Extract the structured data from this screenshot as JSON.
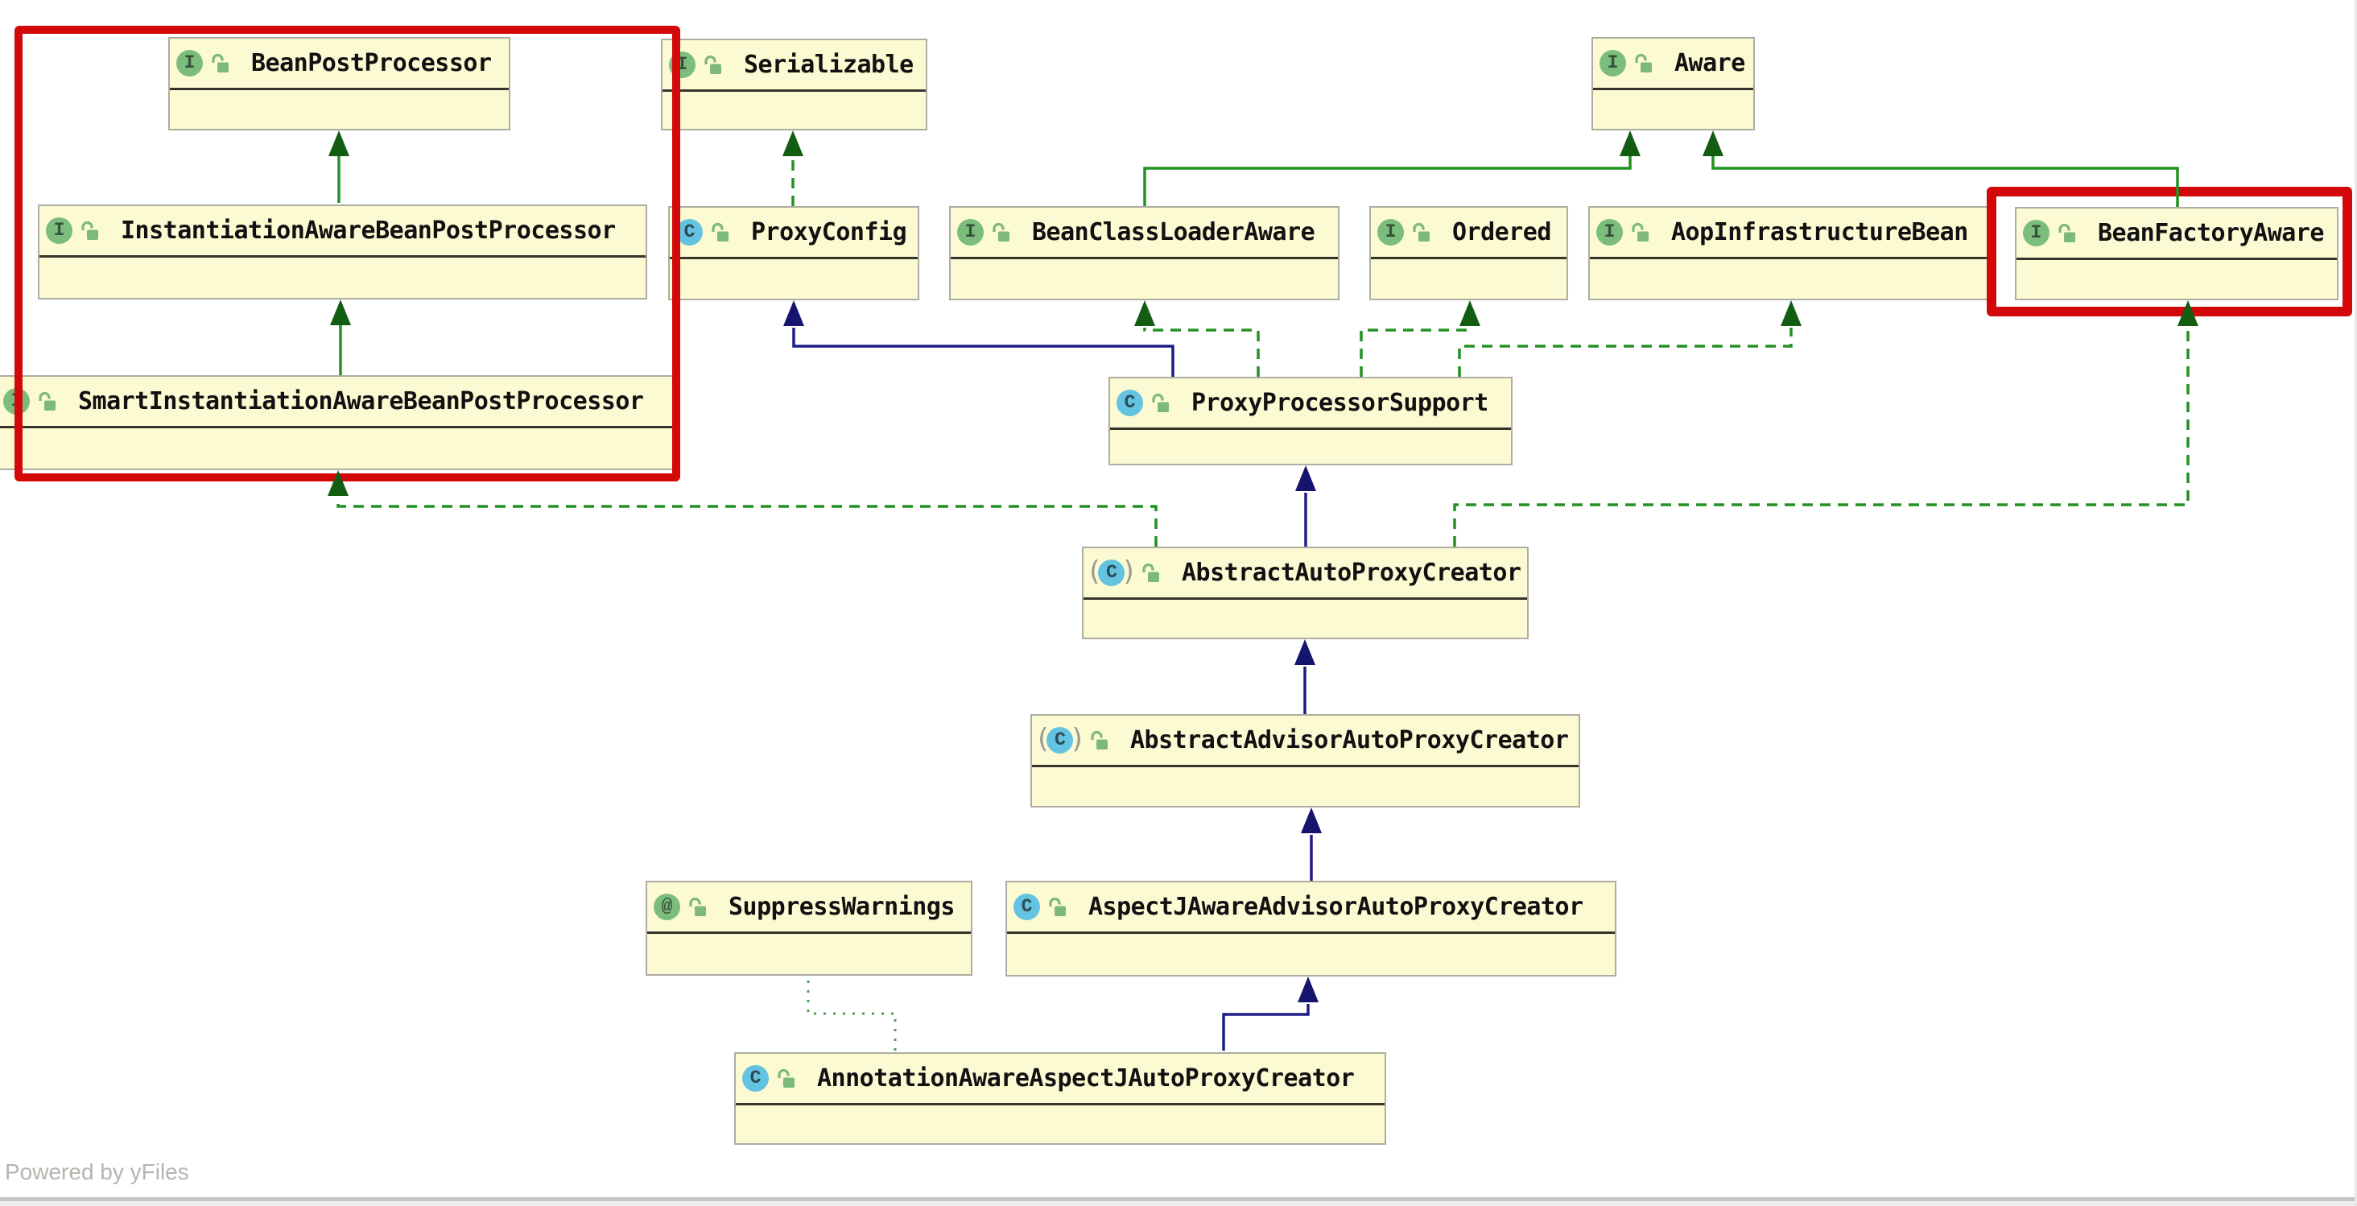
{
  "diagram": {
    "title": "Spring AOP auto-proxy creator class hierarchy (UML diagram)",
    "nodes": [
      {
        "id": "BeanPostProcessor",
        "label": "BeanPostProcessor",
        "kind": "interface"
      },
      {
        "id": "Serializable",
        "label": "Serializable",
        "kind": "interface"
      },
      {
        "id": "Aware",
        "label": "Aware",
        "kind": "interface"
      },
      {
        "id": "InstantiationAwareBeanPostProcessor",
        "label": "InstantiationAwareBeanPostProcessor",
        "kind": "interface"
      },
      {
        "id": "ProxyConfig",
        "label": "ProxyConfig",
        "kind": "class"
      },
      {
        "id": "BeanClassLoaderAware",
        "label": "BeanClassLoaderAware",
        "kind": "interface"
      },
      {
        "id": "Ordered",
        "label": "Ordered",
        "kind": "interface"
      },
      {
        "id": "AopInfrastructureBean",
        "label": "AopInfrastructureBean",
        "kind": "interface"
      },
      {
        "id": "BeanFactoryAware",
        "label": "BeanFactoryAware",
        "kind": "interface"
      },
      {
        "id": "SmartInstantiationAwareBeanPostProcessor",
        "label": "SmartInstantiationAwareBeanPostProcessor",
        "kind": "interface"
      },
      {
        "id": "ProxyProcessorSupport",
        "label": "ProxyProcessorSupport",
        "kind": "class"
      },
      {
        "id": "AbstractAutoProxyCreator",
        "label": "AbstractAutoProxyCreator",
        "kind": "abstract"
      },
      {
        "id": "AbstractAdvisorAutoProxyCreator",
        "label": "AbstractAdvisorAutoProxyCreator",
        "kind": "abstract"
      },
      {
        "id": "SuppressWarnings",
        "label": "SuppressWarnings",
        "kind": "annotation"
      },
      {
        "id": "AspectJAwareAdvisorAutoProxyCreator",
        "label": "AspectJAwareAdvisorAutoProxyCreator",
        "kind": "class"
      },
      {
        "id": "AnnotationAwareAspectJAutoProxyCreator",
        "label": "AnnotationAwareAspectJAutoProxyCreator",
        "kind": "class"
      }
    ],
    "icon_letters": {
      "interface": "I",
      "class": "C",
      "abstract": "C",
      "annotation": "@"
    },
    "abstract_parens": {
      "left": "(",
      "right": ")"
    },
    "edges": [
      {
        "from": "InstantiationAwareBeanPostProcessor",
        "to": "BeanPostProcessor",
        "relation": "extends-interface"
      },
      {
        "from": "SmartInstantiationAwareBeanPostProcessor",
        "to": "InstantiationAwareBeanPostProcessor",
        "relation": "extends-interface"
      },
      {
        "from": "ProxyConfig",
        "to": "Serializable",
        "relation": "implements"
      },
      {
        "from": "BeanClassLoaderAware",
        "to": "Aware",
        "relation": "extends-interface"
      },
      {
        "from": "BeanFactoryAware",
        "to": "Aware",
        "relation": "extends-interface"
      },
      {
        "from": "ProxyProcessorSupport",
        "to": "ProxyConfig",
        "relation": "extends-class"
      },
      {
        "from": "ProxyProcessorSupport",
        "to": "BeanClassLoaderAware",
        "relation": "implements"
      },
      {
        "from": "ProxyProcessorSupport",
        "to": "Ordered",
        "relation": "implements"
      },
      {
        "from": "ProxyProcessorSupport",
        "to": "AopInfrastructureBean",
        "relation": "implements"
      },
      {
        "from": "AbstractAutoProxyCreator",
        "to": "ProxyProcessorSupport",
        "relation": "extends-class"
      },
      {
        "from": "AbstractAutoProxyCreator",
        "to": "SmartInstantiationAwareBeanPostProcessor",
        "relation": "implements"
      },
      {
        "from": "AbstractAutoProxyCreator",
        "to": "BeanFactoryAware",
        "relation": "implements"
      },
      {
        "from": "AbstractAdvisorAutoProxyCreator",
        "to": "AbstractAutoProxyCreator",
        "relation": "extends-class"
      },
      {
        "from": "AspectJAwareAdvisorAutoProxyCreator",
        "to": "AbstractAdvisorAutoProxyCreator",
        "relation": "extends-class"
      },
      {
        "from": "AnnotationAwareAspectJAutoProxyCreator",
        "to": "AspectJAwareAdvisorAutoProxyCreator",
        "relation": "extends-class"
      },
      {
        "from": "AnnotationAwareAspectJAutoProxyCreator",
        "to": "SuppressWarnings",
        "relation": "annotated-with"
      }
    ],
    "highlights": [
      {
        "id": "left-red-box",
        "around": [
          "BeanPostProcessor",
          "InstantiationAwareBeanPostProcessor",
          "SmartInstantiationAwareBeanPostProcessor"
        ]
      },
      {
        "id": "right-red-box",
        "around": [
          "BeanFactoryAware"
        ]
      }
    ],
    "colors": {
      "node_fill": "#fcfad2",
      "node_border": "#adada0",
      "interface_icon": "#7cbc7c",
      "class_icon": "#63c3e1",
      "lock_icon": "#7db87d",
      "extends_interface_line": "#239123",
      "implements_line": "#239123",
      "extends_class_line": "#1d1d87",
      "green_arrow_fill": "#125d12",
      "navy_arrow_fill": "#15156e",
      "highlight_red": "#d30808",
      "footer_text": "#b7b4af"
    },
    "footer": {
      "powered_by": "Powered by ",
      "yfiles": "yFiles"
    }
  }
}
